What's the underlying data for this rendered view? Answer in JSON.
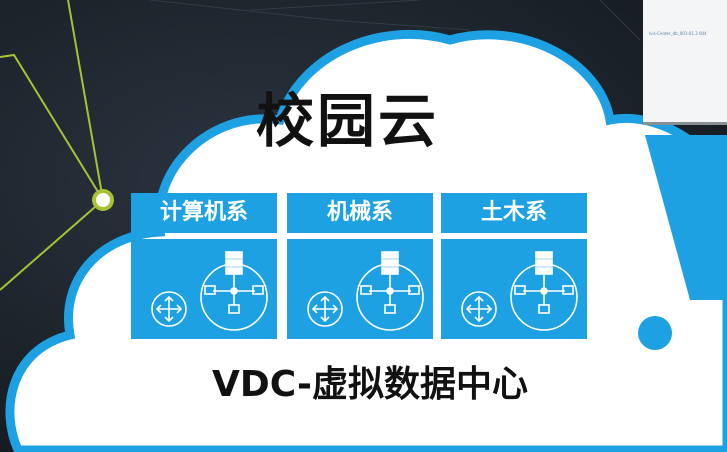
{
  "title": "校园云",
  "footer": "VDC-虚拟数据中心",
  "departments": [
    {
      "label": "计算机系"
    },
    {
      "label": "机械系"
    },
    {
      "label": "土木系"
    }
  ],
  "thumbnail": {
    "caption": "Ivis-Center_db_001-01.3 004"
  },
  "colors": {
    "cloud_border": "#1da1e3",
    "panel": "#1da1e3",
    "accent_line": "#a8c234",
    "background": "#1c232b"
  },
  "icons": [
    "router-icon",
    "server-network-icon"
  ]
}
